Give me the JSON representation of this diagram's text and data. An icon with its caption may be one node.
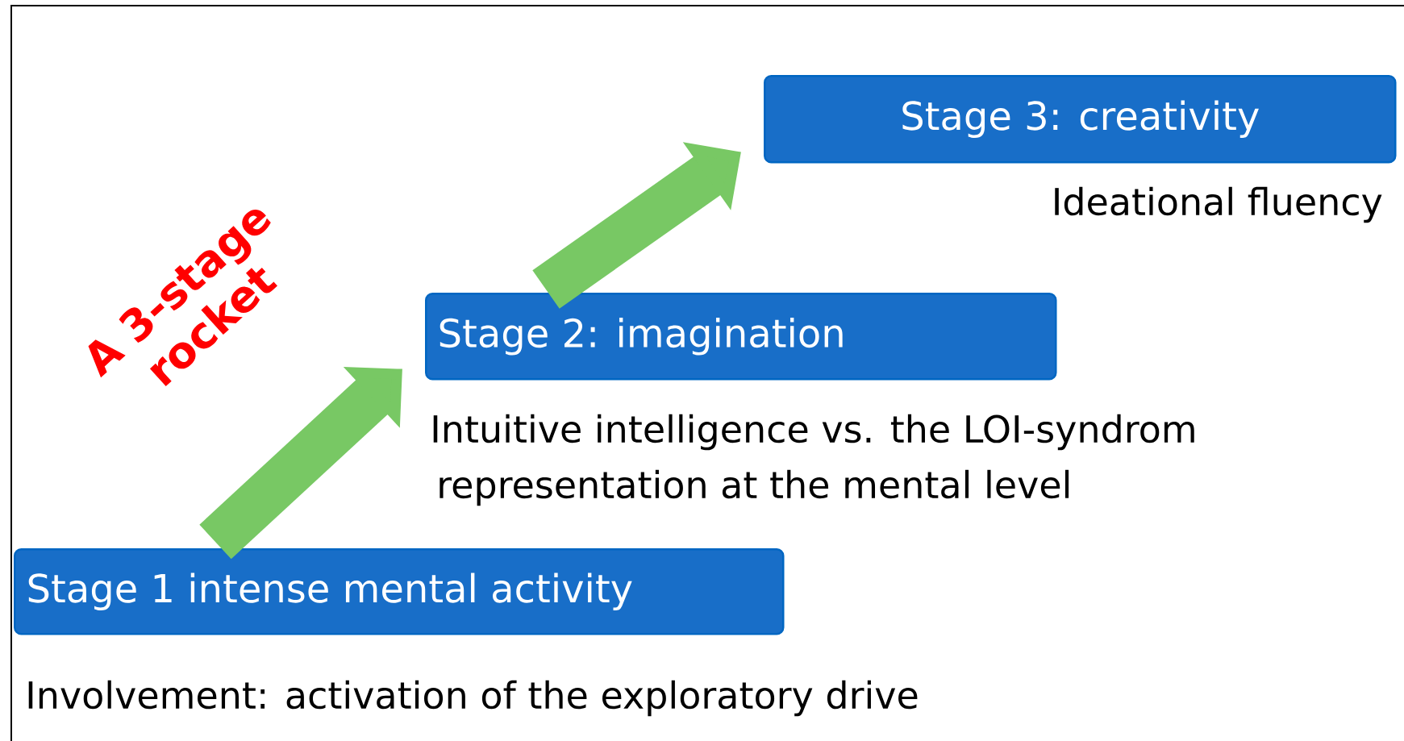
{
  "diagram": {
    "nodes": [
      {
        "text": [
          "Stage 1 intense mental activity"
        ],
        "beside": [
          "Involvement: activation of the exploratory drive"
        ]
      },
      {
        "text": [
          "Stage 2: imagination"
        ],
        "beside": [
          "Intuitive intelligence vs. the LOI-syndrom",
          "representation at the mental level"
        ]
      },
      {
        "text": [
          "Stage 3: creativity"
        ],
        "beside": [
          "Ideational fluency"
        ]
      }
    ],
    "edges": [
      {
        "from": 0,
        "to": 1,
        "arrow": "to"
      },
      {
        "from": 1,
        "to": 2,
        "arrow": "to"
      }
    ],
    "labels": [
      "A 3-stage rocket"
    ]
  }
}
